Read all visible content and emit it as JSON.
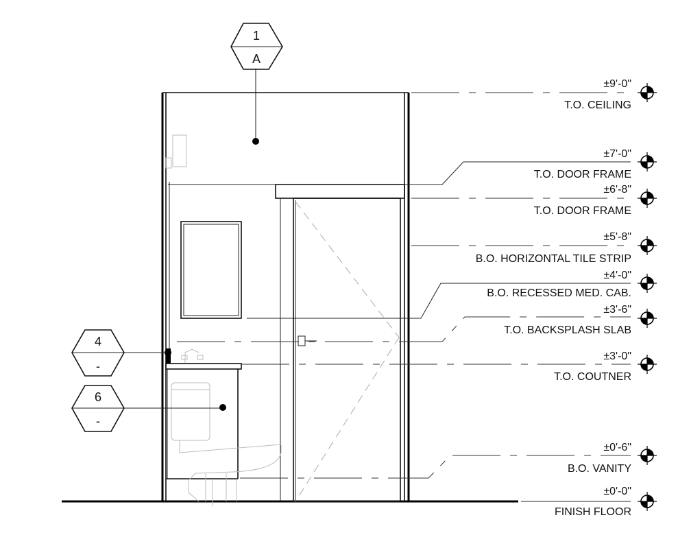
{
  "elevation_tag": {
    "number": "1",
    "sheet": "A"
  },
  "section_tags": [
    {
      "number": "4",
      "sheet": "-"
    },
    {
      "number": "6",
      "sheet": "-"
    }
  ],
  "levels": [
    {
      "value": "±9'-0\"",
      "name": "T.O. CEILING"
    },
    {
      "value": "±7'-0\"",
      "name": "T.O.  DOOR FRAME"
    },
    {
      "value": "±6'-8\"",
      "name": "T.O. DOOR FRAME"
    },
    {
      "value": "±5'-8\"",
      "name": "B.O. HORIZONTAL TILE STRIP"
    },
    {
      "value": "±4'-0\"",
      "name": "B.O. RECESSED MED. CAB."
    },
    {
      "value": "±3'-6\"",
      "name": "T.O.  BACKSPLASH SLAB"
    },
    {
      "value": "±3'-0\"",
      "name": "T.O. COUTNER"
    },
    {
      "value": "±0'-6\"",
      "name": "B.O. VANITY"
    },
    {
      "value": "±0'-0\"",
      "name": "FINISH FLOOR"
    }
  ]
}
